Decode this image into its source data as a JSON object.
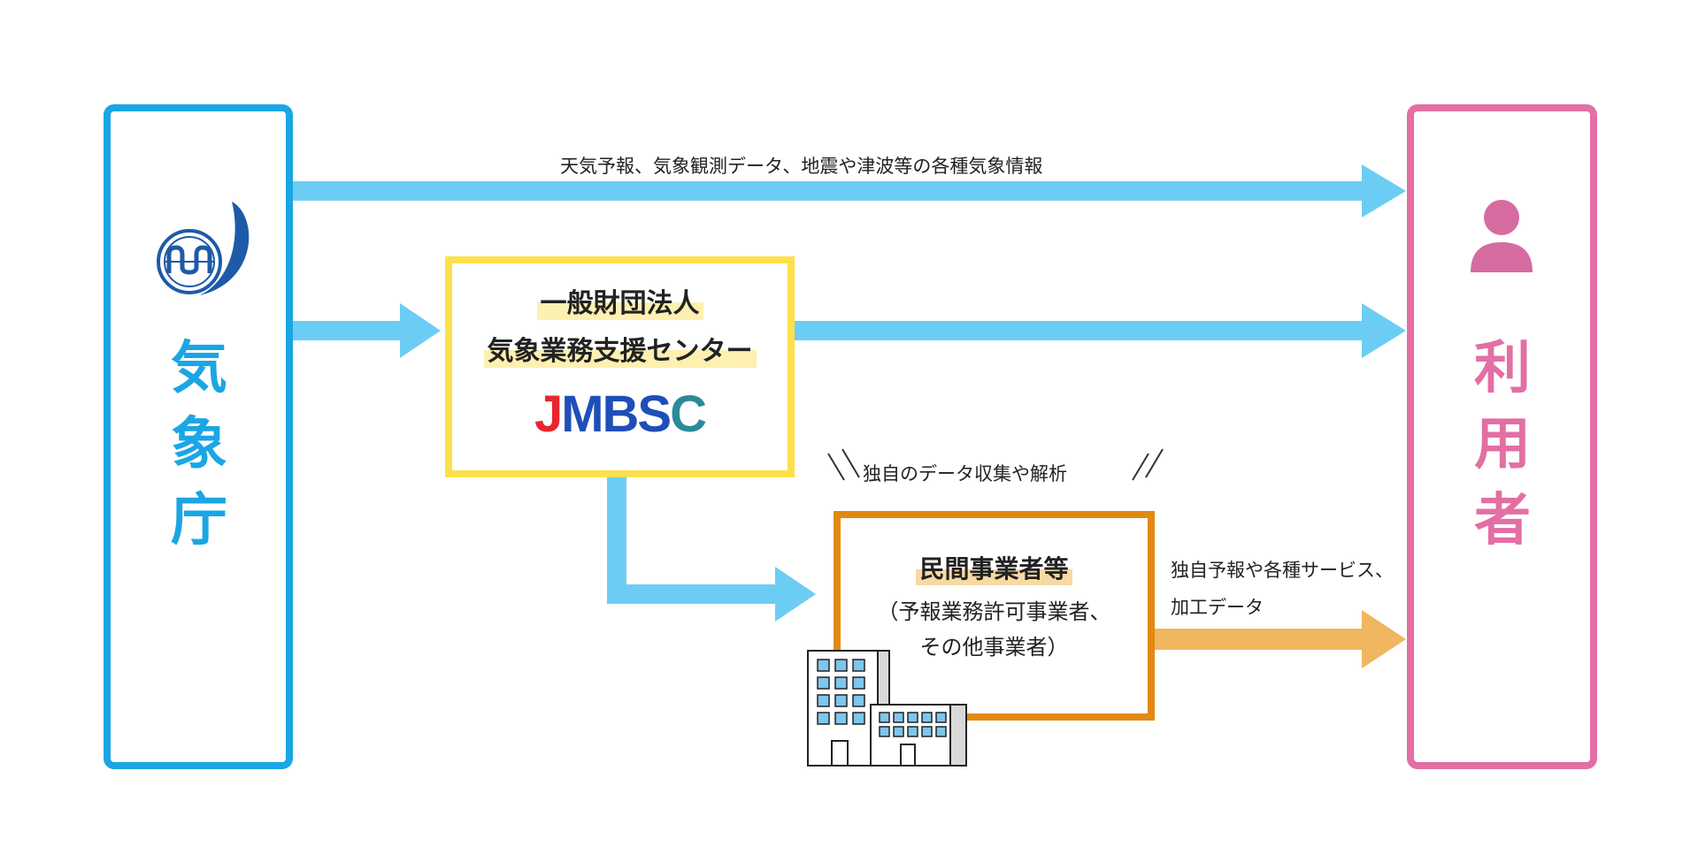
{
  "nodes": {
    "jma": {
      "label_chars": [
        "気",
        "象",
        "庁"
      ],
      "color": "#1aa6e4",
      "logo_icon": "jma-logo-icon"
    },
    "users": {
      "label_chars": [
        "利",
        "用",
        "者"
      ],
      "color": "#e36fa4",
      "icon": "person-icon"
    },
    "jmbsc": {
      "line1": "一般財団法人",
      "line2": "気象業務支援センター",
      "logo_text": "JMBSC",
      "border_color": "#fde04a"
    },
    "private": {
      "title": "民間事業者等",
      "sub_line1": "（予報業務許可事業者、",
      "sub_line2": "その他事業者）",
      "border_color": "#e08a10",
      "icon": "building-icon"
    }
  },
  "edges": {
    "top_label": "天気予報、気象観測データ、地震や津波等の各種気象情報",
    "own_analysis_label": "独自のデータ収集や解析",
    "services_label_line1": "独自予報や各種サービス、",
    "services_label_line2": "加工データ"
  },
  "colors": {
    "arrow_blue": "#6ccdf4",
    "arrow_orange": "#f0b660"
  }
}
